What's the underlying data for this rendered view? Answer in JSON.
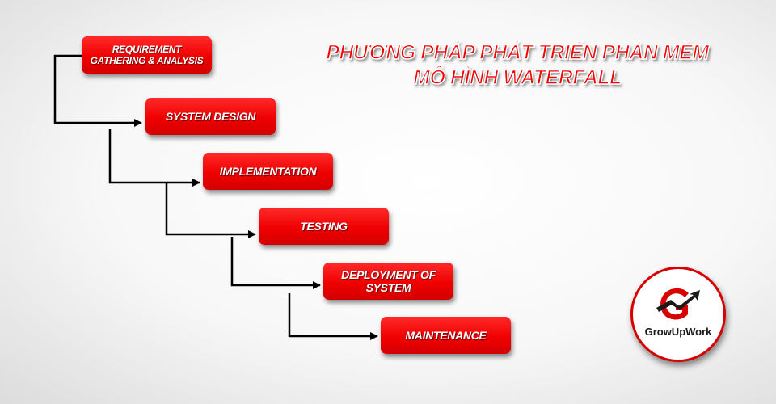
{
  "title": {
    "line1": "PHƯƠNG PHÁP PHÁT TRIỂN PHẦN MỀM",
    "line2": "MÔ HÌNH WATERFALL"
  },
  "steps": [
    {
      "label": "REQUIREMENT GATHERING & ANALYSIS"
    },
    {
      "label": "SYSTEM DESIGN"
    },
    {
      "label": "IMPLEMENTATION"
    },
    {
      "label": "TESTING"
    },
    {
      "label": "DEPLOYMENT OF SYSTEM"
    },
    {
      "label": "MAINTENANCE"
    }
  ],
  "logo": {
    "text": "GrowUpWork",
    "icon": "growupwork-logo-icon"
  },
  "colors": {
    "box": "#f00000",
    "title": "#f20000",
    "arrow": "#000000"
  }
}
